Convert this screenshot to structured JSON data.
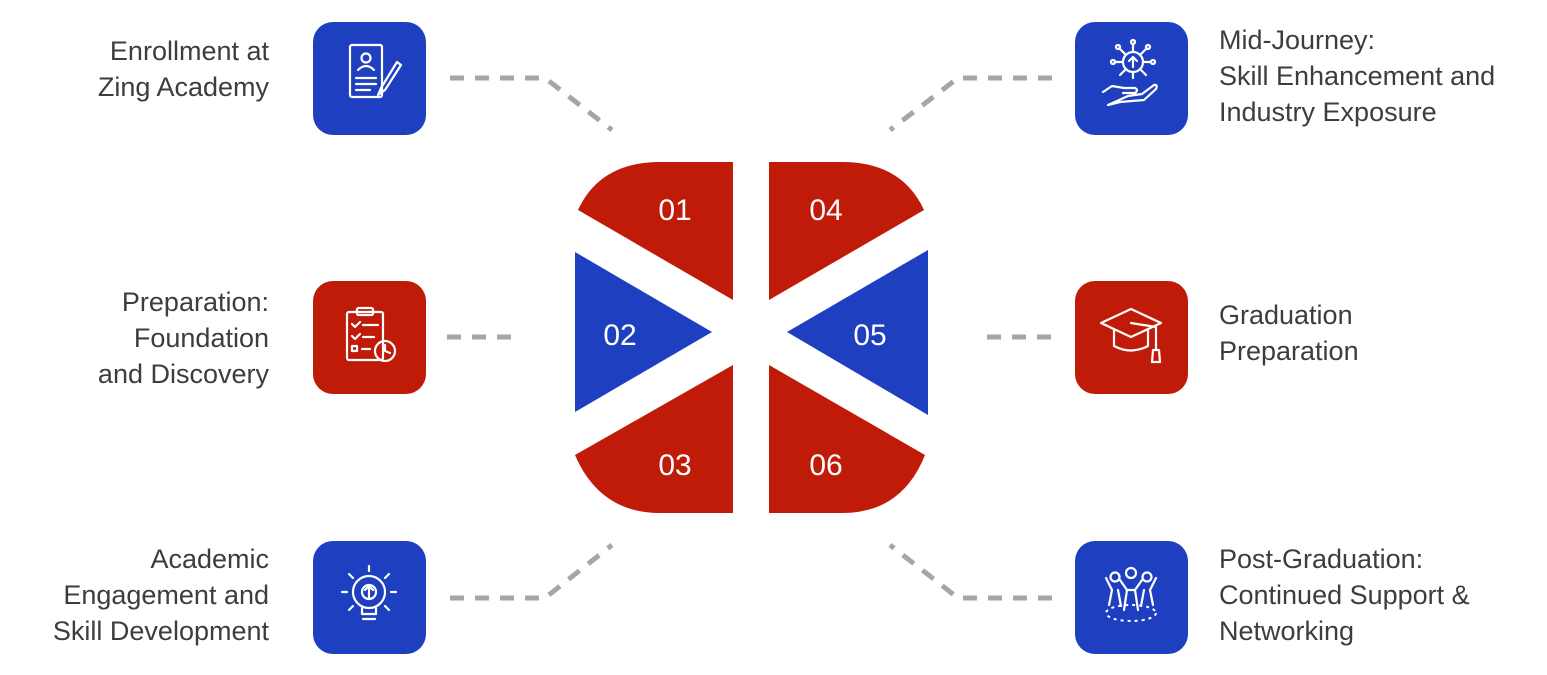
{
  "colors": {
    "red": "#c01a08",
    "blue": "#1e40c0",
    "connector": "#a6a6a6",
    "text": "#3d3d3d"
  },
  "steps": [
    {
      "number": "01",
      "label": "Enrollment at\nZing Academy",
      "color": "blue",
      "icon": "application-form-icon"
    },
    {
      "number": "02",
      "label": "Preparation:\nFoundation\nand Discovery",
      "color": "red",
      "icon": "checklist-clock-icon"
    },
    {
      "number": "03",
      "label": "Academic\nEngagement and\nSkill Development",
      "color": "blue",
      "icon": "lightbulb-gear-icon"
    },
    {
      "number": "04",
      "label": "Mid-Journey:\nSkill Enhancement and\nIndustry Exposure",
      "color": "blue",
      "icon": "hand-network-icon"
    },
    {
      "number": "05",
      "label": "Graduation\nPreparation",
      "color": "red",
      "icon": "graduation-cap-icon"
    },
    {
      "number": "06",
      "label": "Post-Graduation:\nContinued Support &\nNetworking",
      "color": "blue",
      "icon": "team-circle-icon"
    }
  ]
}
